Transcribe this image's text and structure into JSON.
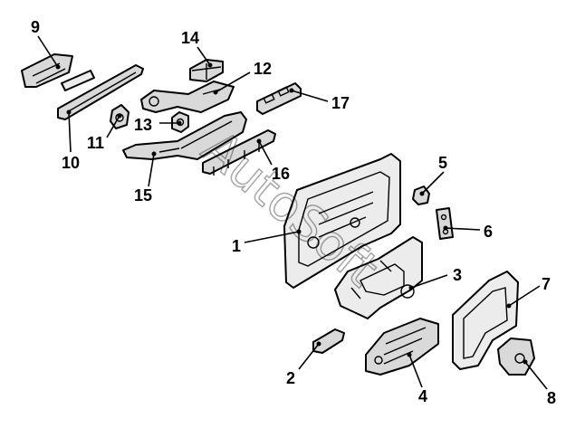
{
  "diagram": {
    "callouts": [
      "1",
      "2",
      "3",
      "4",
      "5",
      "6",
      "7",
      "8",
      "9",
      "10",
      "11",
      "12",
      "13",
      "14",
      "15",
      "16",
      "17"
    ]
  },
  "watermark": {
    "text": "AutoSoft"
  }
}
